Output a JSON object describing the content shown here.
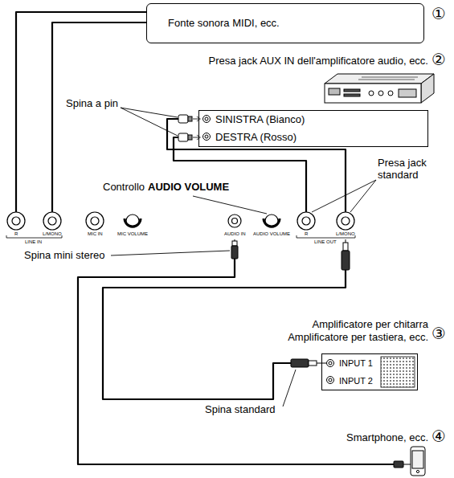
{
  "diagram": {
    "nodes": [
      {
        "text": [
          "Fonte sonora MIDI, ecc."
        ]
      },
      {
        "text": [
          "SINISTRA (Bianco)",
          "DESTRA (Rosso)"
        ]
      },
      {
        "text": [
          "INPUT 1",
          "INPUT 2"
        ]
      }
    ],
    "labels": [
      "①",
      "Presa jack AUX IN dell'amplificatore audio, ecc.",
      "②",
      "Spina a pin",
      "Controllo",
      "AUDIO VOLUME",
      "Presa jack standard",
      "R",
      "L/MONO",
      "LINE IN",
      "MIC IN",
      "MIC VOLUME",
      "AUDIO IN",
      "AUDIO VOLUME",
      "R",
      "L/MONO",
      "LINE OUT",
      "Spina mini stereo",
      "Amplificatore per chitarra",
      "Amplificatore per tastiera, ecc.",
      "③",
      "Spina standard",
      "Smartphone, ecc.",
      "④"
    ]
  }
}
